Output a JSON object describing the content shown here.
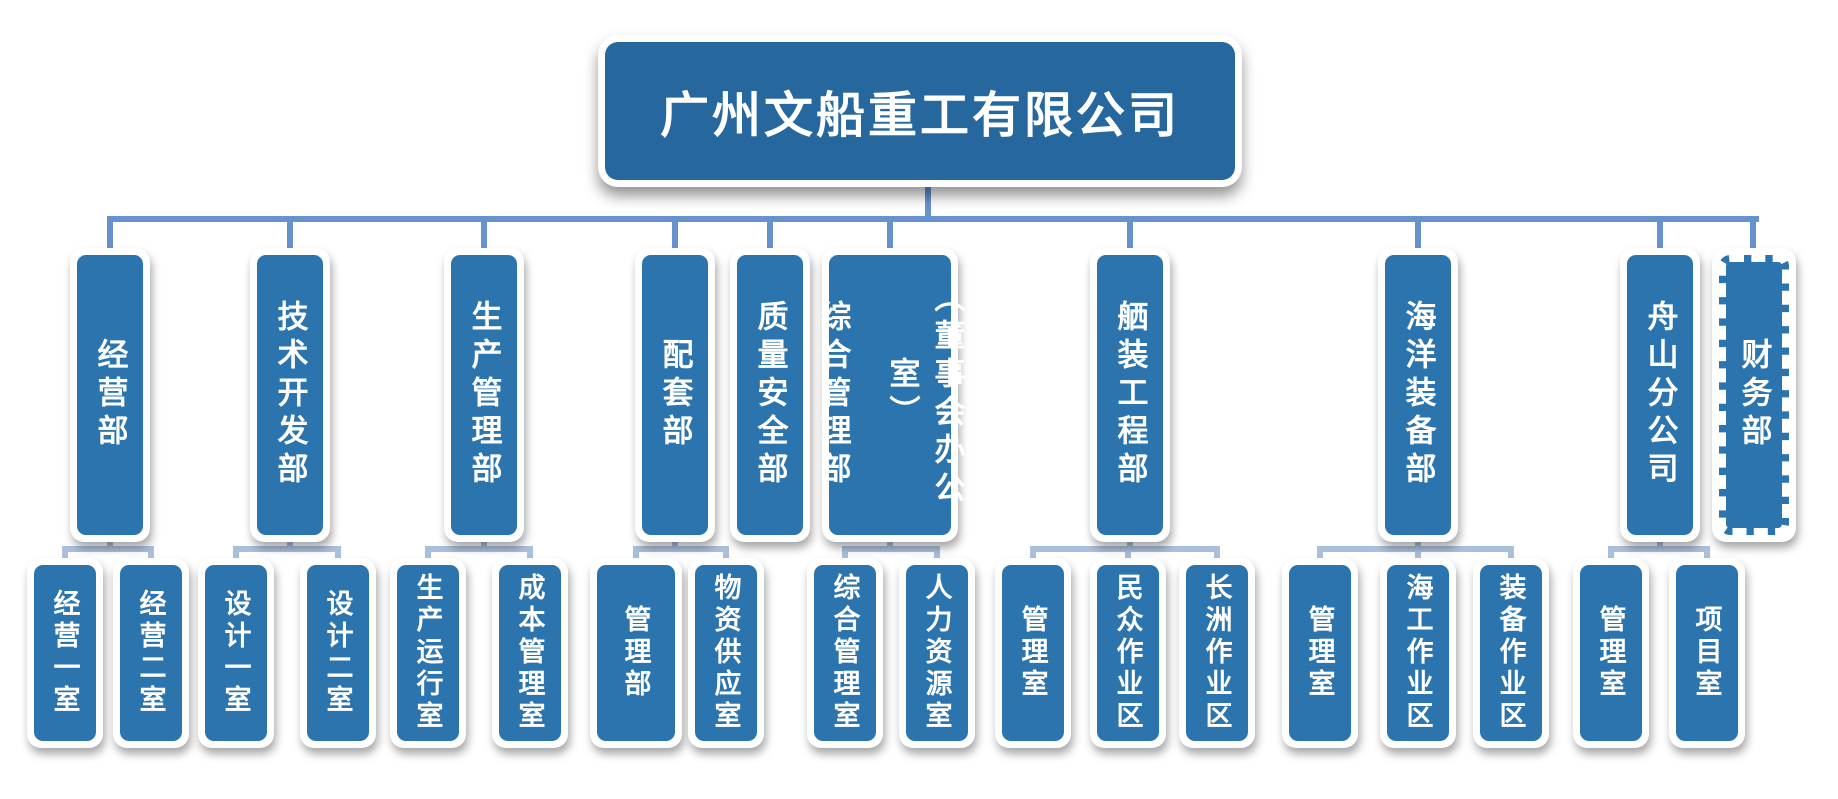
{
  "root": {
    "label": "广州文船重工有限公司"
  },
  "departments": [
    {
      "label": "经营部",
      "children": [
        "经营一室",
        "经营二室"
      ]
    },
    {
      "label": "技术开发部",
      "children": [
        "设计一室",
        "设计二室"
      ]
    },
    {
      "label": "生产管理部",
      "children": [
        "生产运行室",
        "成本管理室"
      ]
    },
    {
      "label": "配套部",
      "children": [
        "管理部",
        "物资供应室"
      ]
    },
    {
      "label": "质量安全部",
      "children": []
    },
    {
      "label": "综合管理部",
      "label_secondary": "（董事会办公室）",
      "children": [
        "综合管理室",
        "人力资源室"
      ]
    },
    {
      "label": "舾装工程部",
      "children": [
        "管理室",
        "民众作业区",
        "长洲作业区"
      ]
    },
    {
      "label": "海洋装备部",
      "children": [
        "管理室",
        "海工作业区",
        "装备作业区"
      ]
    },
    {
      "label": "舟山分公司",
      "children": [
        "管理室",
        "项目室"
      ]
    },
    {
      "label": "财务部",
      "children": [],
      "border_style": "dashed"
    }
  ],
  "colors": {
    "node_fill": "#2b74ae",
    "root_fill": "#26689e",
    "connector_main": "#6693cd",
    "connector_light": "#aabfdc",
    "text": "#ffffff"
  }
}
